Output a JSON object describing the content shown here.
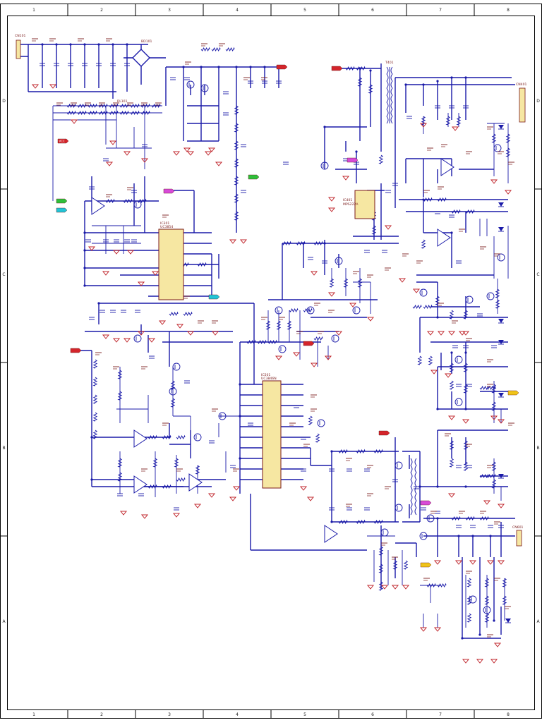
{
  "frame": {
    "columns": [
      "1",
      "2",
      "3",
      "4",
      "5",
      "6",
      "7",
      "8"
    ],
    "rows": [
      "D",
      "C",
      "B",
      "A"
    ]
  },
  "colors": {
    "wire": "#1a1aa8",
    "ground": "#c0272d",
    "ic_fill": "#f6e7a2",
    "flag_red": "#d4252b",
    "flag_green": "#2fbf3a",
    "flag_magenta": "#d84ad8",
    "flag_cyan": "#22c4d6",
    "flag_yellow": "#f0c419"
  },
  "labels": {
    "ic1": "IC301",
    "ic1_type": "UC3854",
    "ic2": "IC501",
    "ic2_type": "UC3846N",
    "ic3": "IC401",
    "ic3_type": "MPS222A",
    "conn_in": "CN101",
    "conn_out1": "CN401",
    "conn_out2": "CN601",
    "bridge": "BD101",
    "transformer": "T401",
    "relay": "RL101"
  },
  "flags": [
    {
      "name": "flag-left-vcc",
      "text": "VCC",
      "color": "#d4252b"
    },
    {
      "name": "flag-hv-out",
      "text": "",
      "color": "#d4252b"
    },
    {
      "name": "flag-hv-in",
      "text": "",
      "color": "#d4252b"
    },
    {
      "name": "flag-pfc",
      "text": "",
      "color": "#d84ad8"
    },
    {
      "name": "flag-ac1",
      "text": "",
      "color": "#2fbf3a"
    },
    {
      "name": "flag-ac2",
      "text": "",
      "color": "#22c4d6"
    },
    {
      "name": "flag-fb",
      "text": "",
      "color": "#2fbf3a"
    },
    {
      "name": "flag-drv",
      "text": "",
      "color": "#d84ad8"
    },
    {
      "name": "flag-sync",
      "text": "",
      "color": "#22c4d6"
    },
    {
      "name": "flag-left2",
      "text": "",
      "color": "#d4252b"
    },
    {
      "name": "flag-mid-red",
      "text": "",
      "color": "#d4252b"
    },
    {
      "name": "flag-out-yellow",
      "text": "",
      "color": "#f0c419"
    },
    {
      "name": "flag-out-yellow2",
      "text": "",
      "color": "#f0c419"
    },
    {
      "name": "flag-mid-mag",
      "text": "",
      "color": "#d84ad8"
    },
    {
      "name": "flag-red-right",
      "text": "",
      "color": "#d4252b"
    }
  ]
}
